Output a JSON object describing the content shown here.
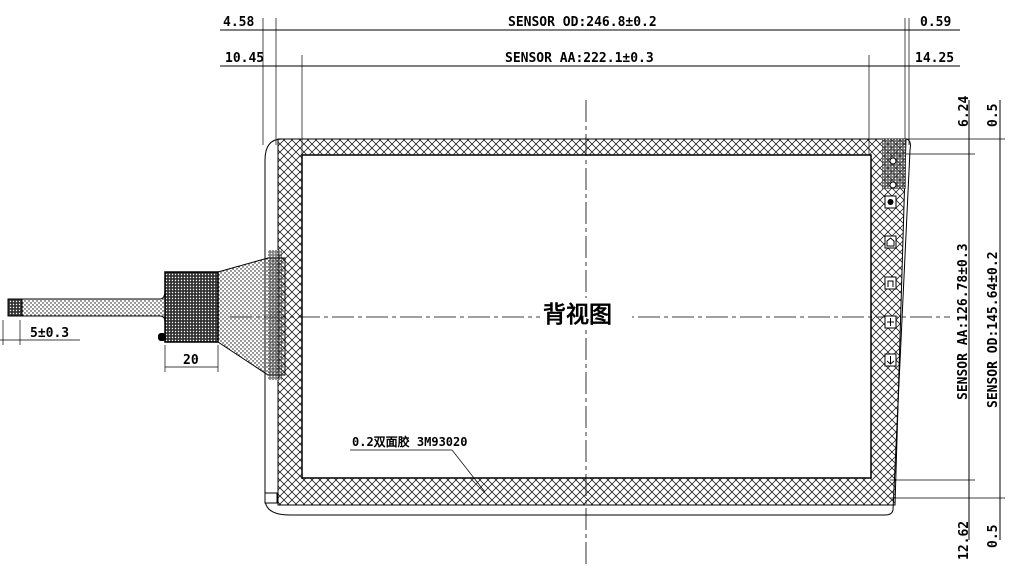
{
  "drawing": {
    "title": "背视图",
    "adhesive_note": "0.2双面胶 3M93020",
    "dimensions": {
      "left_offset_od": "4.58",
      "sensor_od_width": "SENSOR OD:246.8±0.2",
      "right_offset_od": "0.59",
      "left_offset_aa": "10.45",
      "sensor_aa_width": "SENSOR AA:222.1±0.3",
      "right_offset_aa": "14.25",
      "top_offset_aa": "6.24",
      "top_offset_od": "0.5",
      "sensor_aa_height": "SENSOR AA:126.78±0.3",
      "sensor_od_height": "SENSOR OD:145.64±0.2",
      "bottom_offset_aa": "12.62",
      "bottom_offset_od": "0.5",
      "fpc_tail": "5±0.3",
      "stiffener_width": "20"
    },
    "button_icons": [
      "power-icon",
      "home-icon",
      "back-icon",
      "brightness-icon",
      "arrow-icon"
    ]
  }
}
